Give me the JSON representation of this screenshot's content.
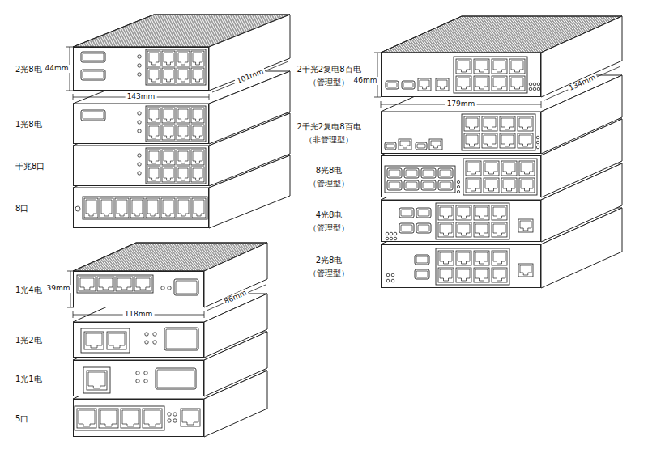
{
  "diagram": {
    "nodes": [
      {
        "text": [
          "2光8电"
        ]
      },
      {
        "text": [
          "1光8电"
        ]
      },
      {
        "text": [
          "千兆8口"
        ]
      },
      {
        "text": [
          "8口"
        ]
      },
      {
        "text": [
          "1光4电"
        ]
      },
      {
        "text": [
          "1光2电"
        ]
      },
      {
        "text": [
          "1光1电"
        ]
      },
      {
        "text": [
          "5口"
        ]
      },
      {
        "text": [
          "2千光2复电8百电",
          "（管理型）"
        ]
      },
      {
        "text": [
          "2千光2复电8百电",
          "（非管理型）"
        ]
      },
      {
        "text": [
          "8光8电",
          "（管理型）"
        ]
      },
      {
        "text": [
          "4光8电",
          "（管理型）"
        ]
      },
      {
        "text": [
          "2光8电",
          "（管理型）"
        ]
      }
    ],
    "labels": [
      "44mm",
      "143mm",
      "101mm",
      "39mm",
      "118mm",
      "86mm",
      "46mm",
      "179mm",
      "134mm"
    ]
  }
}
